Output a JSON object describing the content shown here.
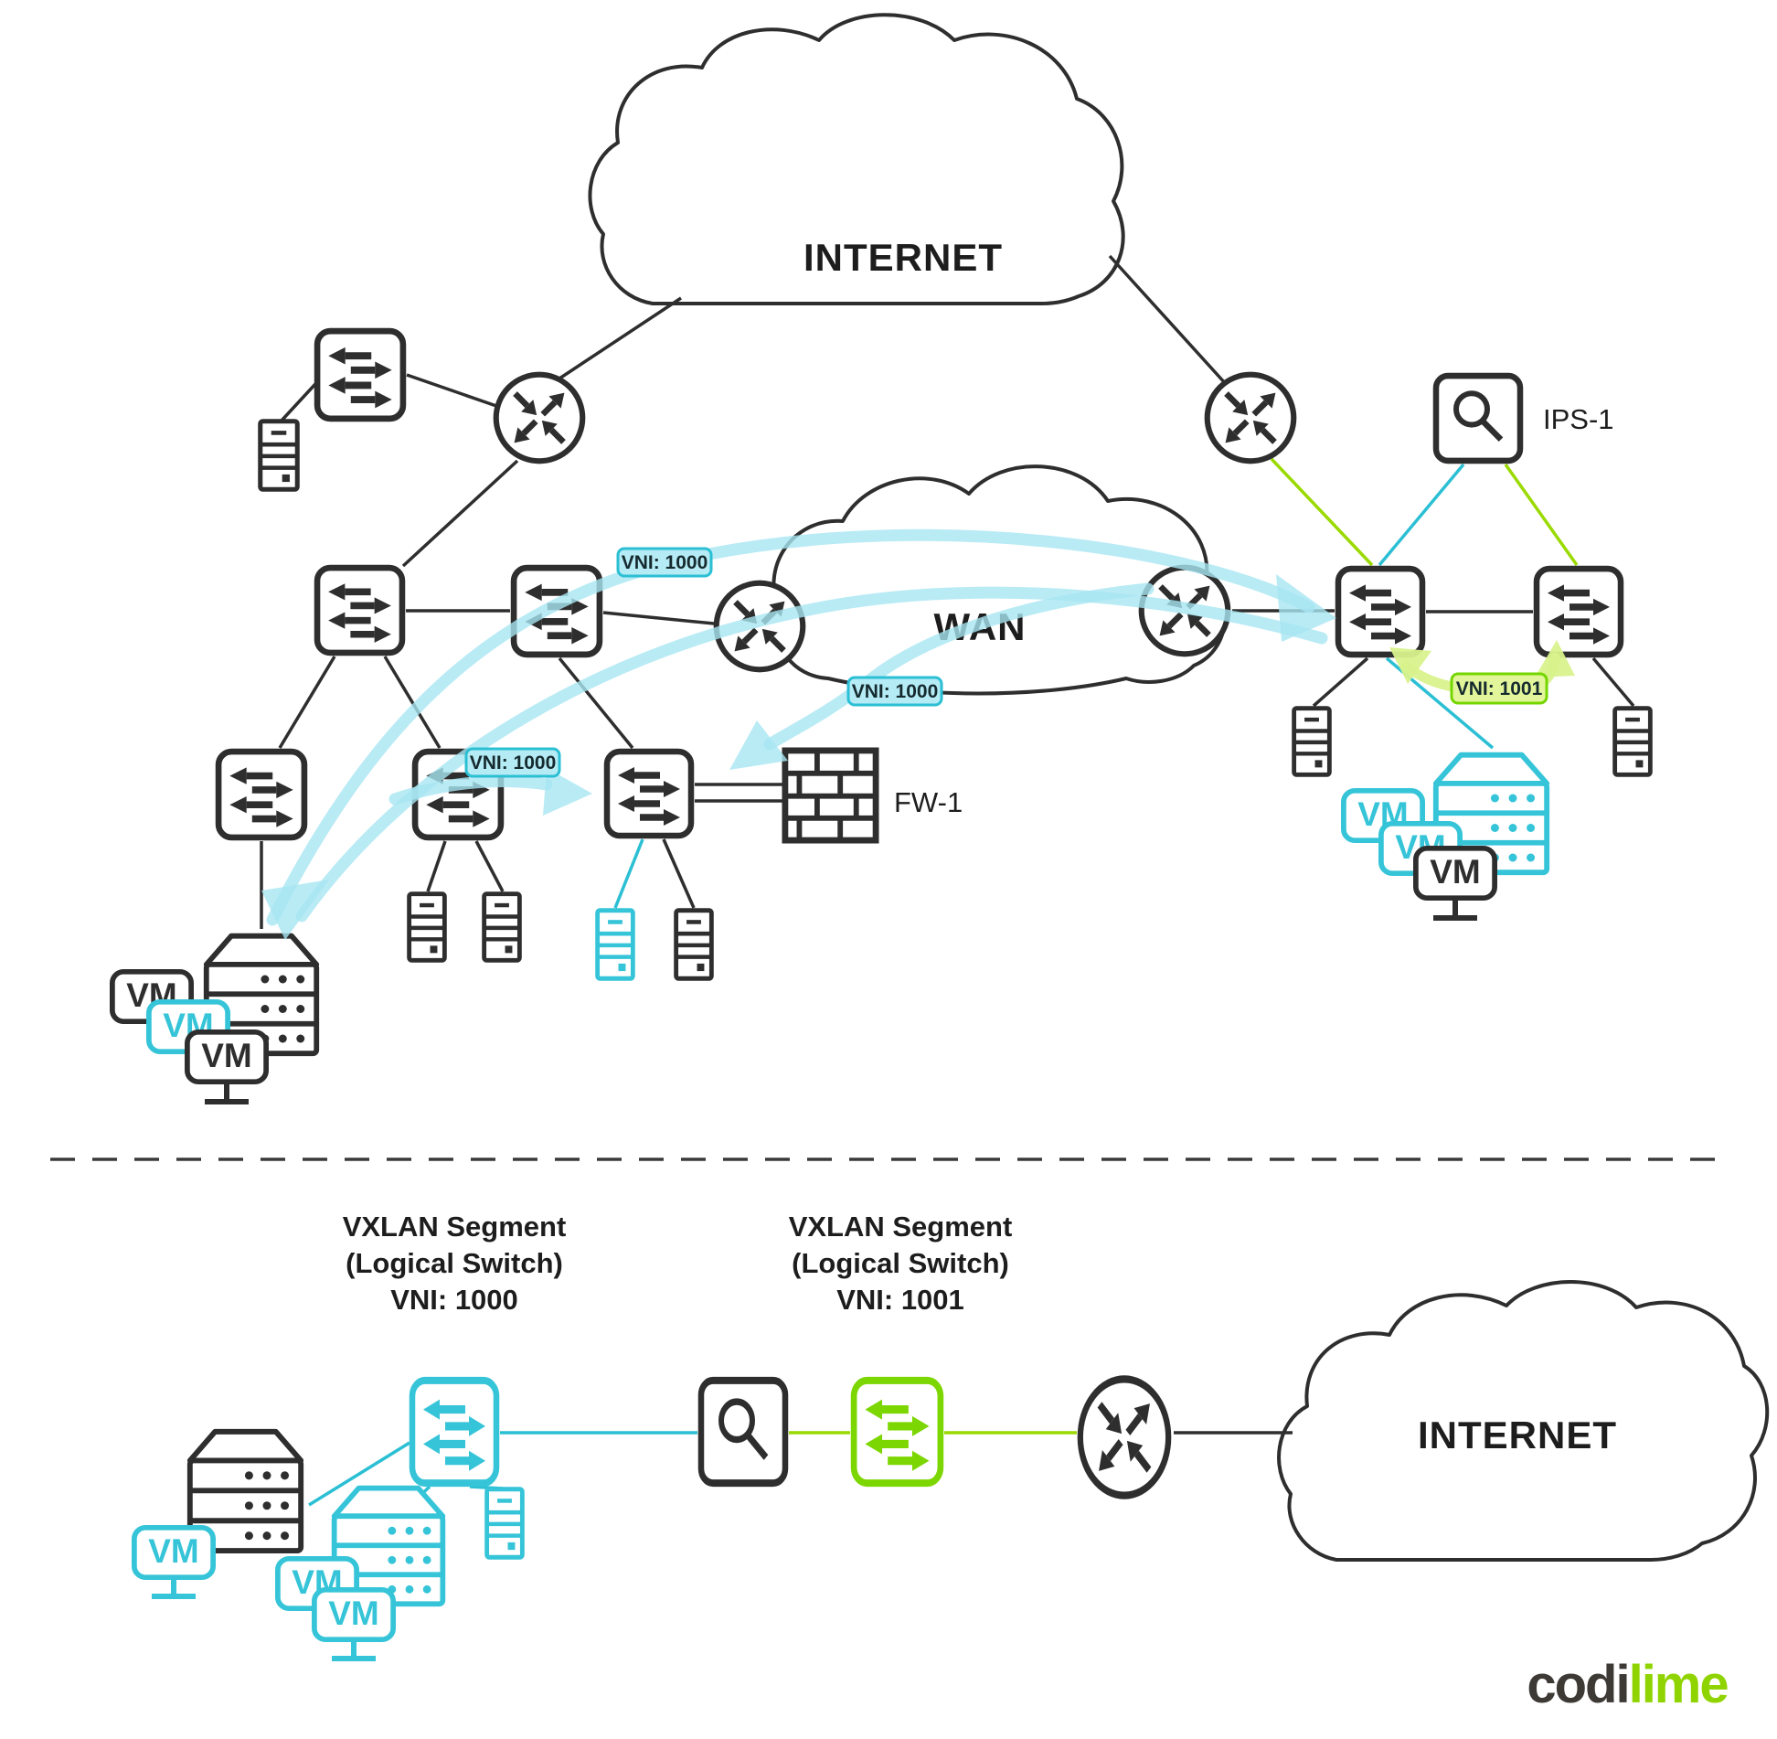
{
  "title": "VXLAN network diagram",
  "labels": {
    "internet": "INTERNET",
    "wan": "WAN",
    "ips1": "IPS-1",
    "fw1": "FW-1",
    "vni1000": "VNI: 1000",
    "vni1001": "VNI: 1001",
    "vm": "VM"
  },
  "segments": {
    "s1": {
      "l1": "VXLAN Segment",
      "l2": "(Logical Switch)",
      "l3": "VNI: 1000"
    },
    "s2": {
      "l1": "VXLAN Segment",
      "l2": "(Logical Switch)",
      "l3": "VNI: 1001"
    }
  },
  "logo": {
    "codi": "codi",
    "lime": "lime"
  },
  "icons": {
    "switch": "bidirectional-arrows-switch",
    "router": "crossed-arrows-router",
    "server": "tower-server",
    "host": "rack-server-host",
    "vm": "vm-monitor",
    "ips": "magnifier-inspection-box",
    "firewall": "brick-wall-firewall",
    "cloud": "network-cloud"
  },
  "colors": {
    "dark": "#2e2e2e",
    "cyan_icon": "#35c4d8",
    "cyan_line": "#2bbfd4",
    "cyan_band": "#a8e6f2",
    "cyan_label_bg": "#b5ebf5",
    "lime_icon": "#7cd601",
    "lime_line": "#9ada00",
    "lime_band": "#d9f28c",
    "lime_label_bg": "#e3f59b",
    "logo_dark": "#3d3935",
    "logo_lime": "#8fd400"
  }
}
